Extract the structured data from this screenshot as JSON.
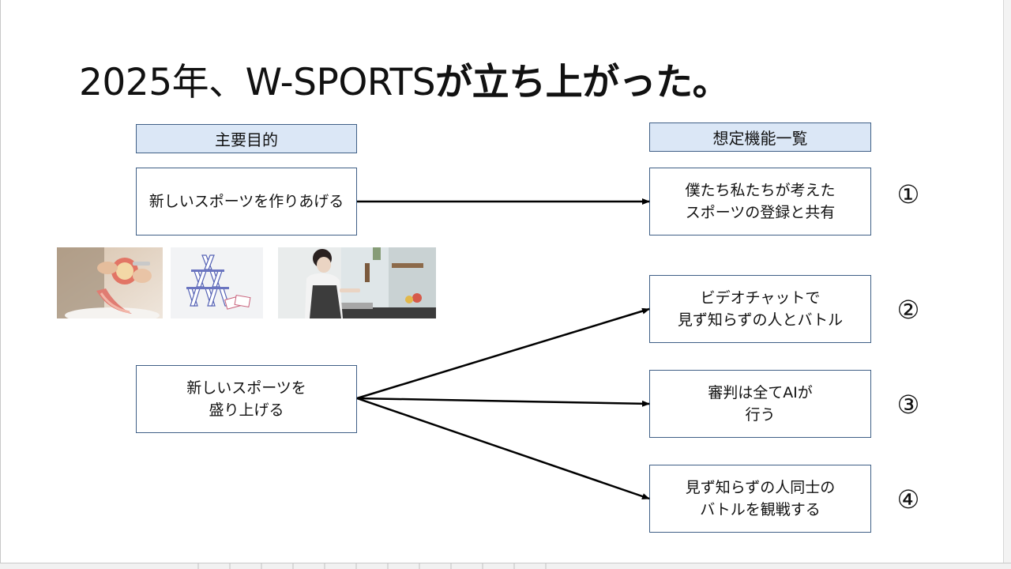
{
  "title": {
    "year_part": "2025年、W-SPORTS",
    "rest_part": "が立ち上がった。"
  },
  "headers": {
    "goals": "主要目的",
    "features": "想定機能一覧"
  },
  "goals": [
    {
      "line1": "新しいスポーツを作りあげる",
      "line2": ""
    },
    {
      "line1": "新しいスポーツを",
      "line2": "盛り上げる"
    }
  ],
  "features": [
    {
      "number": "①",
      "line1": "僕たち私たちが考えた",
      "line2": "スポーツの登録と共有"
    },
    {
      "number": "②",
      "line1": "ビデオチャットで",
      "line2": "見ず知らずの人とバトル"
    },
    {
      "number": "③",
      "line1": "審判は全てAIが",
      "line2": "行う"
    },
    {
      "number": "④",
      "line1": "見ず知らずの人同士の",
      "line2": "バトルを観戦する"
    }
  ],
  "connections": [
    {
      "from": 0,
      "to": 0
    },
    {
      "from": 1,
      "to": 1
    },
    {
      "from": 1,
      "to": 2
    },
    {
      "from": 1,
      "to": 3
    }
  ],
  "colors": {
    "header_fill": "#dbe7f6",
    "box_border": "#3f5f86",
    "arrow": "#000000"
  },
  "images": [
    {
      "name": "peeling-apple-photo"
    },
    {
      "name": "card-tower-photo"
    },
    {
      "name": "woman-cooking-photo"
    }
  ]
}
